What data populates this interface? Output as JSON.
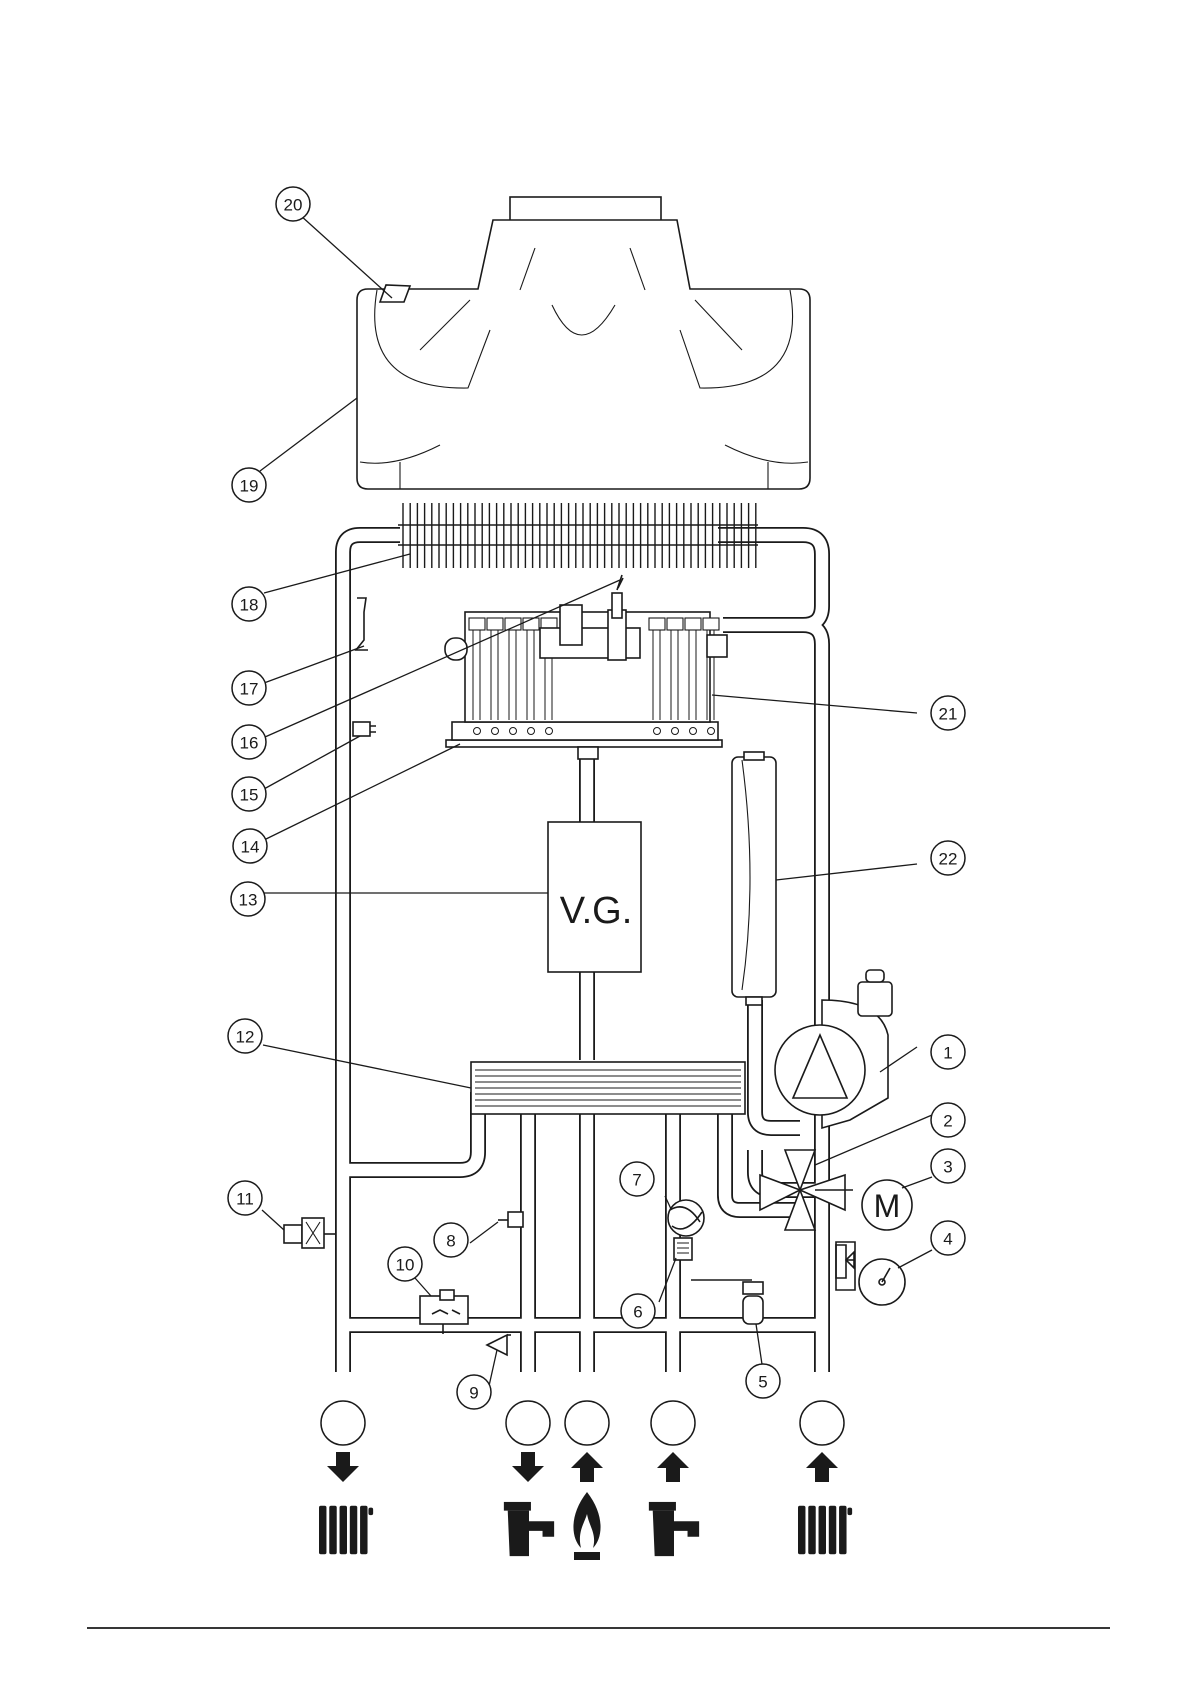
{
  "diagram": {
    "gas_valve_label": "V.G.",
    "motor_label": "M",
    "callouts": [
      {
        "id": "1",
        "label": "1"
      },
      {
        "id": "2",
        "label": "2"
      },
      {
        "id": "3",
        "label": "3"
      },
      {
        "id": "4",
        "label": "4"
      },
      {
        "id": "5",
        "label": "5"
      },
      {
        "id": "6",
        "label": "6"
      },
      {
        "id": "7",
        "label": "7"
      },
      {
        "id": "8",
        "label": "8"
      },
      {
        "id": "9",
        "label": "9"
      },
      {
        "id": "10",
        "label": "10"
      },
      {
        "id": "11",
        "label": "11"
      },
      {
        "id": "12",
        "label": "12"
      },
      {
        "id": "13",
        "label": "13"
      },
      {
        "id": "14",
        "label": "14"
      },
      {
        "id": "15",
        "label": "15"
      },
      {
        "id": "16",
        "label": "16"
      },
      {
        "id": "17",
        "label": "17"
      },
      {
        "id": "18",
        "label": "18"
      },
      {
        "id": "19",
        "label": "19"
      },
      {
        "id": "20",
        "label": "20"
      },
      {
        "id": "21",
        "label": "21"
      },
      {
        "id": "22",
        "label": "22"
      }
    ],
    "connections": [
      {
        "id": "heating-flow",
        "direction": "down",
        "icon": "radiator-icon"
      },
      {
        "id": "hot-water-out",
        "direction": "down",
        "icon": "tap-icon"
      },
      {
        "id": "gas-in",
        "direction": "up",
        "icon": "flame-icon"
      },
      {
        "id": "cold-water-in",
        "direction": "up",
        "icon": "tap-icon"
      },
      {
        "id": "heating-return",
        "direction": "up",
        "icon": "radiator-icon"
      }
    ]
  }
}
